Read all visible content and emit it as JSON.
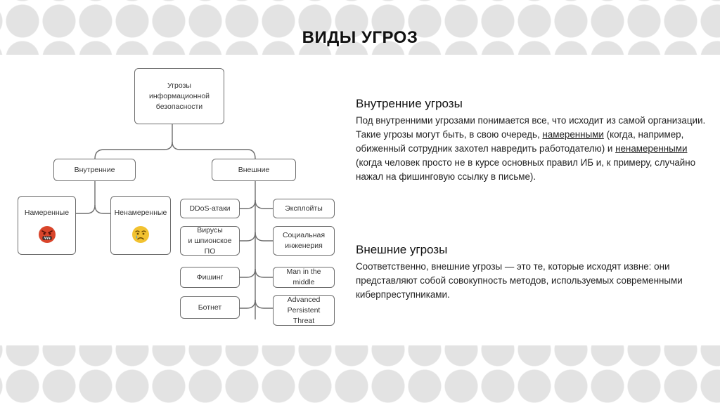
{
  "slide": {
    "title": "ВИДЫ УГРОЗ"
  },
  "diagram": {
    "root": [
      "Угрозы",
      "информационной",
      "безопасности"
    ],
    "internal": "Внутренние",
    "external": "Внешние",
    "intentional": "Намеренные",
    "unintentional": "Ненамеренные",
    "ddos": "DDoS-атаки",
    "viruses": [
      "Вирусы",
      "и шпионское ПО"
    ],
    "phishing": "Фишинг",
    "botnet": "Ботнет",
    "exploits": "Эксплойты",
    "social": [
      "Социальная",
      "инженерия"
    ],
    "mitm": "Man in the middle",
    "apt": [
      "Advanced",
      "Persistent Threat"
    ]
  },
  "internal_section": {
    "title": "Внутренние угрозы",
    "p1": "Под внутренними угрозами понимается все, что исходит из самой организации. Такие угрозы могут быть, в свою очередь, ",
    "term1": "намеренными",
    "p2": " (когда, например, обиженный сотрудник захотел навредить работодателю) и ",
    "term2": "ненамеренными",
    "p3": " (когда человек просто не в курсе основных правил ИБ и, к примеру, случайно нажал на фишинговую ссылку в письме)."
  },
  "external_section": {
    "title": "Внешние угрозы",
    "body": "Соответственно, внешние угрозы — это те, которые исходят извне: они представляют собой совокупность методов, используемых современными киберпреступниками."
  },
  "colors": {
    "angry_face": "#d9452b",
    "crying_face": "#f2c230"
  },
  "icons": [
    "angry-face-icon",
    "crying-face-icon"
  ]
}
